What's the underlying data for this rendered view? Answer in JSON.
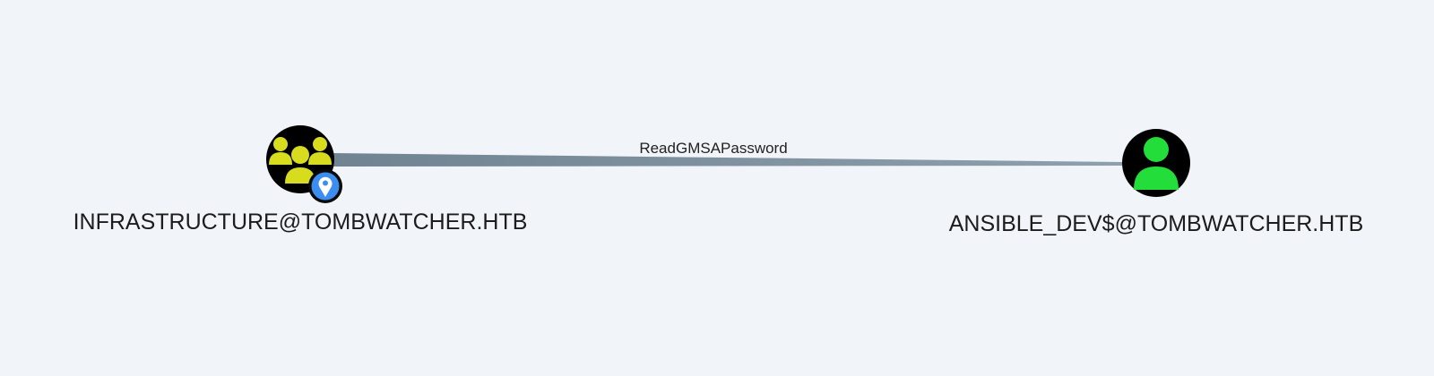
{
  "graph": {
    "source_node": {
      "label": "INFRASTRUCTURE@TOMBWATCHER.HTB",
      "kind": "group",
      "icon": "users-group-icon",
      "icon_color": "#d7dd1e",
      "badge_icon": "map-pin-icon",
      "badge_color": "#3b8ef0"
    },
    "target_node": {
      "label": "ANSIBLE_DEV$@TOMBWATCHER.HTB",
      "kind": "user",
      "icon": "user-icon",
      "icon_color": "#22dd3a"
    },
    "edge": {
      "label": "ReadGMSAPassword",
      "color": "#6f8392"
    },
    "colors": {
      "background": "#f1f4f9",
      "node_fill": "#000000"
    }
  }
}
